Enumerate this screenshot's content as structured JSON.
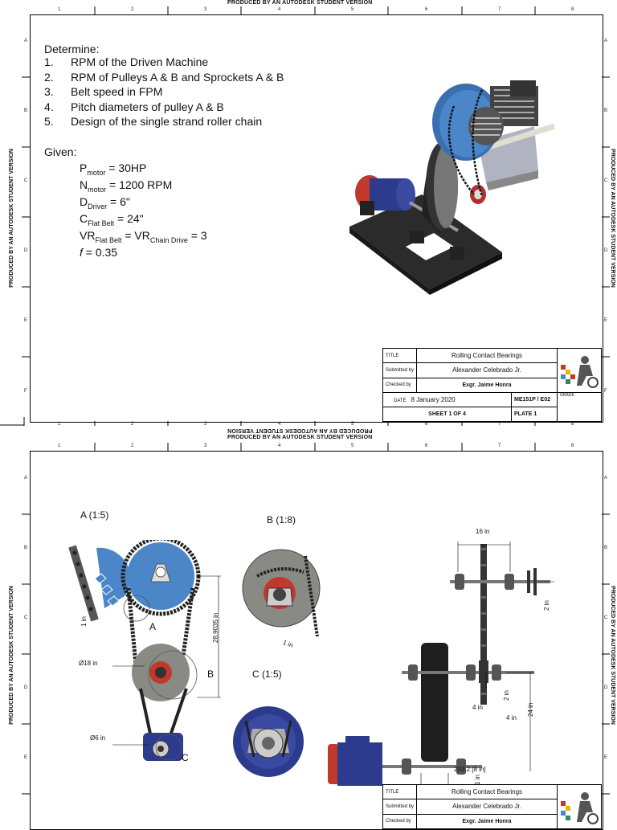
{
  "banner": "PRODUCED BY AN AUTODESK STUDENT VERSION",
  "banner_flipped": "PRODUCED BY AN AUTODESK STUDENT VERSION",
  "side_banner": "PRODUCED BY AN AUTODESK STUDENT VERSION",
  "columns": [
    "1",
    "2",
    "3",
    "4",
    "5",
    "6",
    "7",
    "8"
  ],
  "rows": [
    "A",
    "B",
    "C",
    "D",
    "E",
    "F"
  ],
  "problem": {
    "heading": "Determine:",
    "items": [
      {
        "num": "1.",
        "text": "RPM of the Driven Machine"
      },
      {
        "num": "2.",
        "text": "RPM of Pulleys  A & B and Sprockets A & B"
      },
      {
        "num": "3.",
        "text": "Belt speed in FPM"
      },
      {
        "num": "4.",
        "text": "Pitch diameters of pulley A & B"
      },
      {
        "num": "5.",
        "text": "Design of the single strand roller chain"
      }
    ],
    "given_heading": "Given:",
    "given": [
      {
        "base": "P",
        "sub": "motor",
        "rest": " = 30HP"
      },
      {
        "base": "N",
        "sub": "motor",
        "rest": " = 1200 RPM"
      },
      {
        "base": "D",
        "sub": "Driver",
        "rest": " = 6\""
      },
      {
        "base": "C",
        "sub": "Flat Belt",
        "rest": " = 24\""
      },
      {
        "base": "VR",
        "sub": "Flat Belt",
        "rest": " = VR",
        "sub2": "Chain Drive",
        "rest2": " = 3"
      },
      {
        "base": "f",
        "sub": "",
        "rest": " = 0.35"
      }
    ]
  },
  "title_block": {
    "title_label": "TITLE",
    "title": "Rolling Contact Bearings",
    "submitted_label": "Submitted by",
    "submitted": "Alexander Celebrado Jr.",
    "checked_label": "Checked by",
    "checked": "Exgr. Jaime Honra",
    "date_label": "DATE",
    "date": "8 January 2020",
    "course": "ME151P / E02",
    "grade_label": "GRADE",
    "sheet": "SHEET  1   OF  4",
    "plate": "PLATE 1"
  },
  "views": {
    "a_label": "A (1:5)",
    "b_label": "B (1:8)",
    "c_label": "C (1:5)",
    "callout_a": "A",
    "callout_b": "B",
    "callout_c": "C"
  },
  "dimensions": {
    "d1": "28.9035 in",
    "d2": "Ø18 in",
    "d3": "Ø6 in",
    "d4": "16 in",
    "d5": "2 in",
    "d6": "4 in",
    "d7": "2 in",
    "d8": "24 in",
    "d9": "4 in",
    "d10": "203.2 [8 in]",
    "d11": "1 in",
    "d12": "1 in",
    "d13": "1 in"
  },
  "colors": {
    "blue": "#4a86c8",
    "gray": "#8a8a85",
    "navy": "#2d3b8f",
    "red": "#c0392b",
    "dark": "#2b2b2b"
  }
}
